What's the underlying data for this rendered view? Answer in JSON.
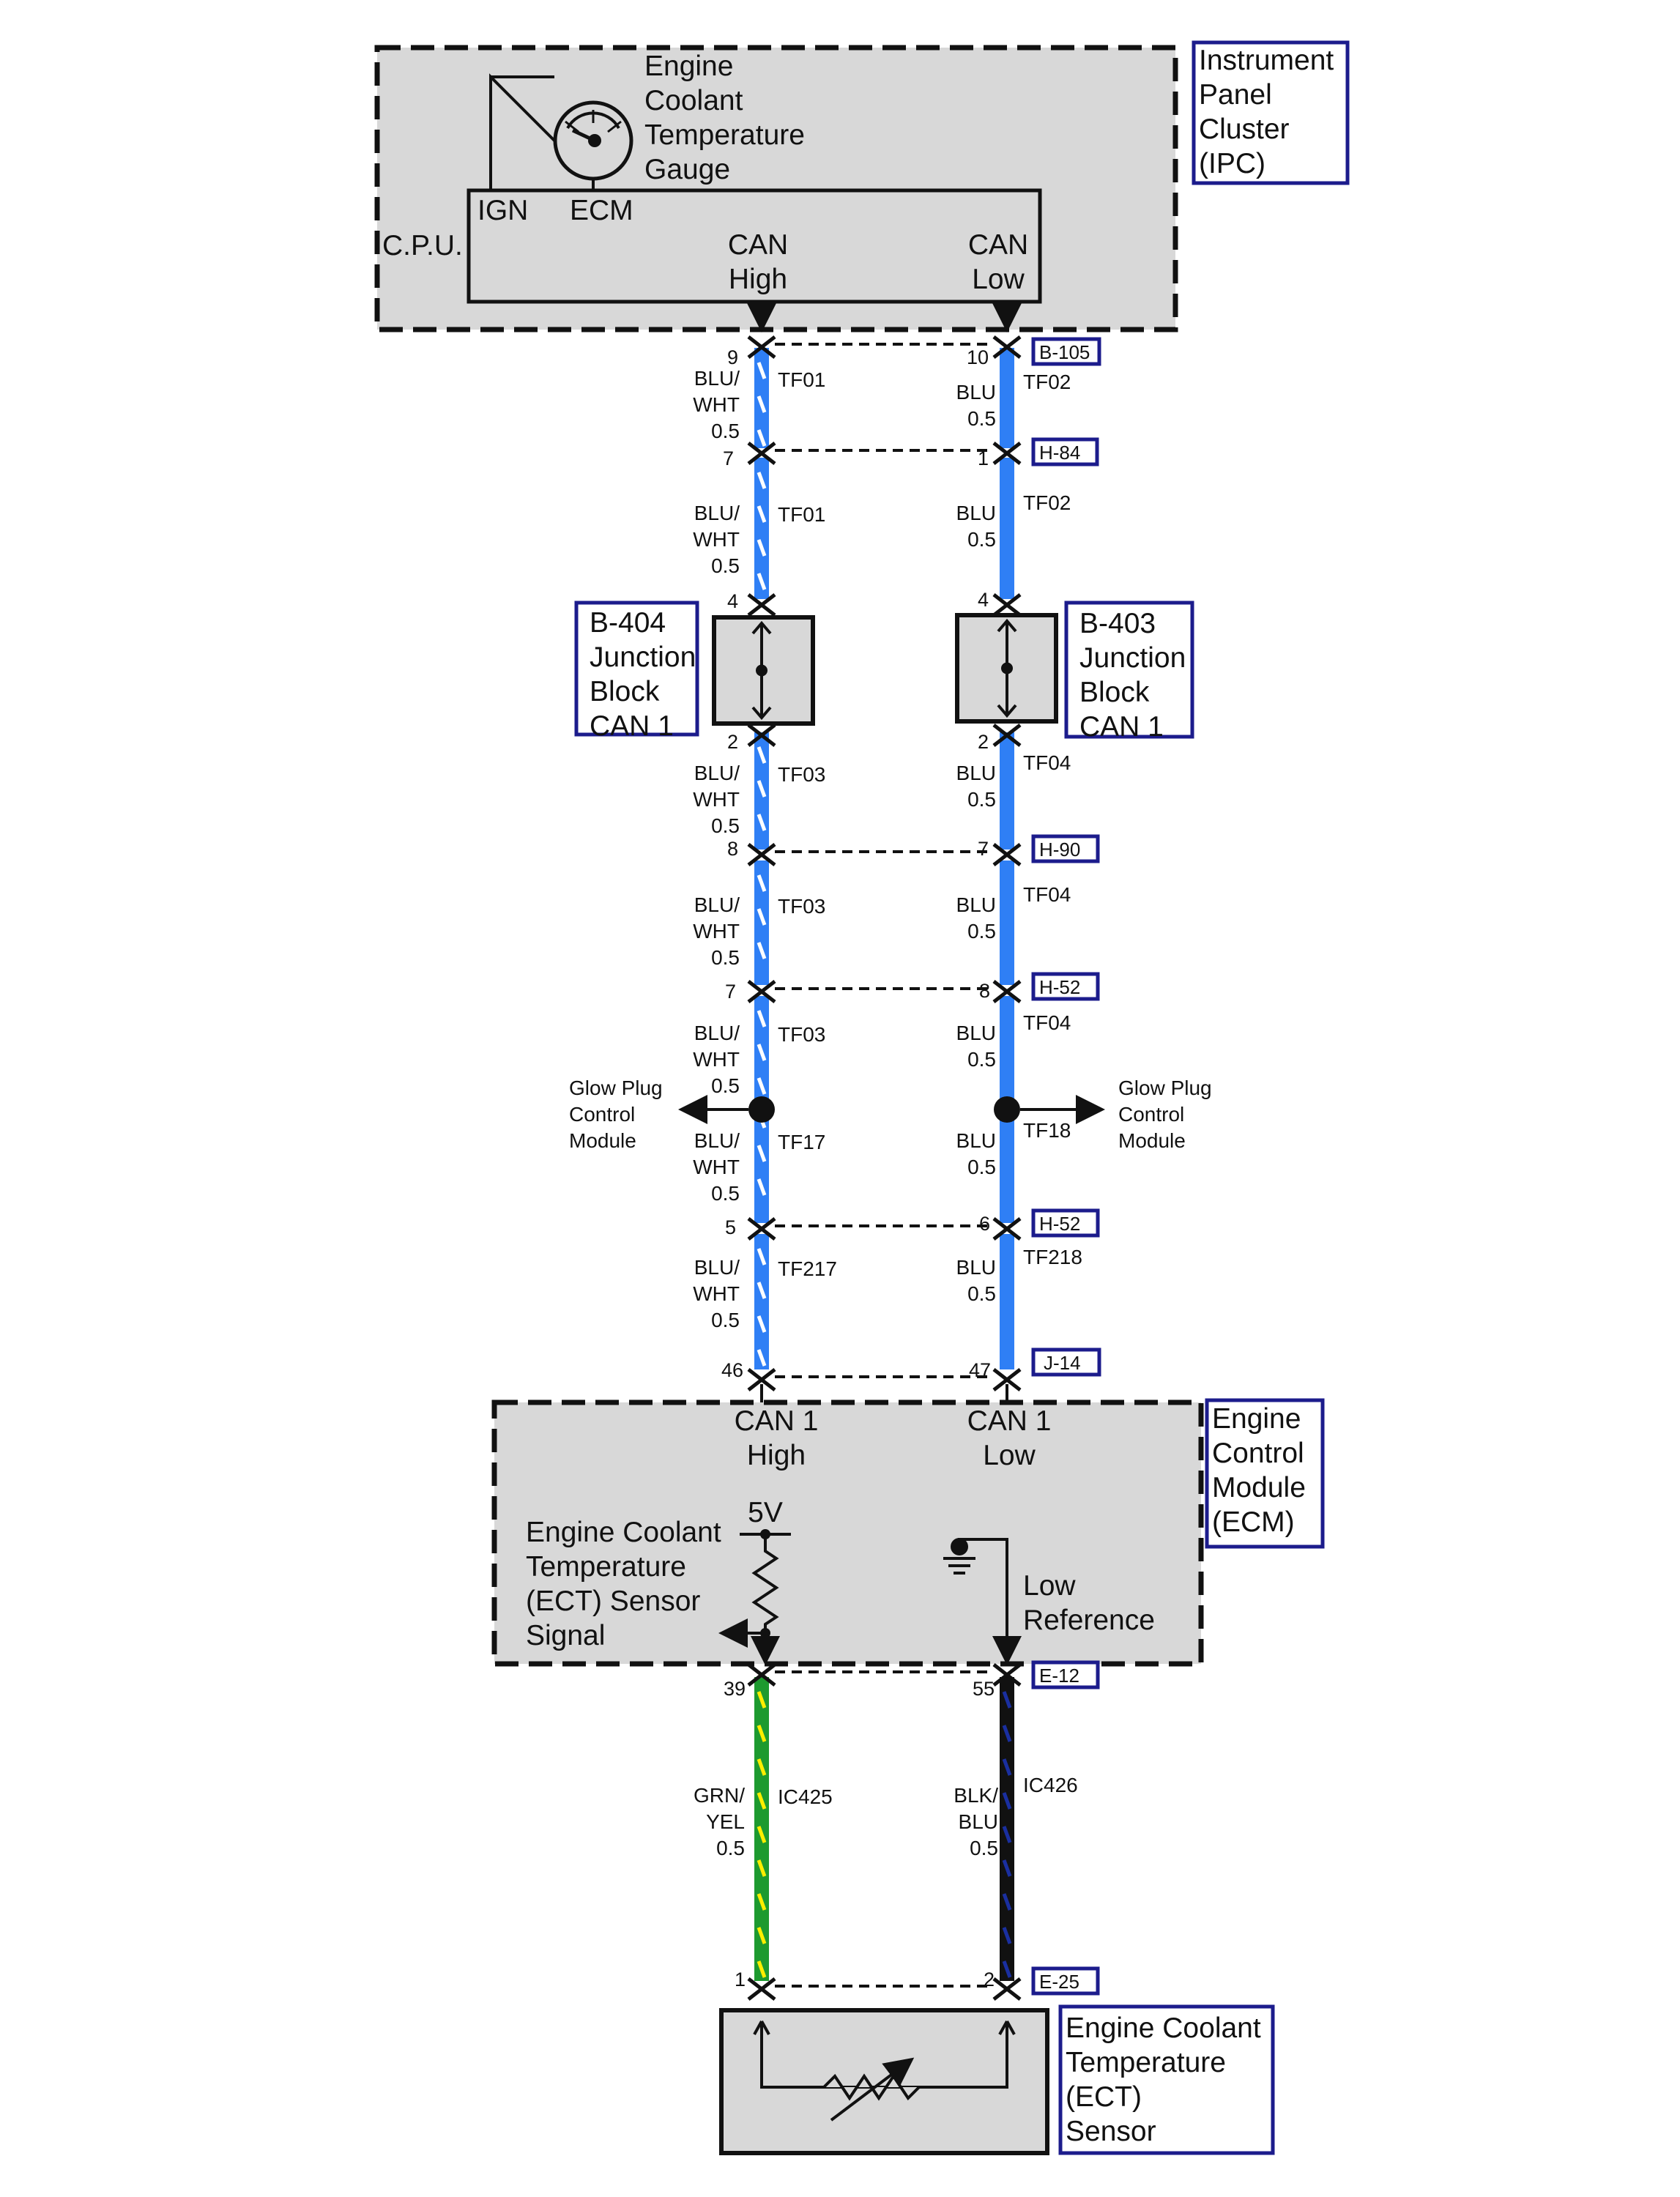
{
  "colors": {
    "blu": "#2f7ff5",
    "wht": "#ffffff",
    "grn": "#1d9a2f",
    "yel": "#ffee00",
    "blk": "#111111",
    "box_fill": "#d8d8d8",
    "label_border": "#1c1c8c"
  },
  "ipc": {
    "title": [
      "Instrument",
      "Panel",
      "Cluster",
      "(IPC)"
    ],
    "gauge_label": [
      "Engine",
      "Coolant",
      "Temperature",
      "Gauge"
    ],
    "cpu": "C.P.U.",
    "ign": "IGN",
    "ecm": "ECM",
    "can_high": [
      "CAN",
      "High"
    ],
    "can_low": [
      "CAN",
      "Low"
    ]
  },
  "connectors": {
    "b105": "B-105",
    "h84": "H-84",
    "h90": "H-90",
    "h52a": "H-52",
    "h52b": "H-52",
    "j14": "J-14",
    "e12": "E-12",
    "e25": "E-25"
  },
  "pins": {
    "l_b105": "9",
    "r_b105": "10",
    "l_h84": "7",
    "r_h84": "1",
    "l_jb_in": "4",
    "r_jb_in": "4",
    "l_jb_out": "2",
    "r_jb_out": "2",
    "l_h90": "8",
    "r_h90": "7",
    "l_h52a": "7",
    "r_h52a": "8",
    "l_h52b": "5",
    "r_h52b": "6",
    "l_j14": "46",
    "r_j14": "47",
    "l_e12": "39",
    "r_e12": "55",
    "l_e25": "1",
    "r_e25": "2"
  },
  "wires": {
    "w1l": {
      "color": [
        "BLU/",
        "WHT",
        "0.5"
      ],
      "circuit": "TF01"
    },
    "w1r": {
      "color": [
        "BLU",
        "0.5"
      ],
      "circuit": "TF02"
    },
    "w2l": {
      "color": [
        "BLU/",
        "WHT",
        "0.5"
      ],
      "circuit": "TF01"
    },
    "w2r": {
      "color": [
        "BLU",
        "0.5"
      ],
      "circuit": "TF02"
    },
    "w3l": {
      "color": [
        "BLU/",
        "WHT",
        "0.5"
      ],
      "circuit": "TF03"
    },
    "w3r": {
      "color": [
        "BLU",
        "0.5"
      ],
      "circuit": "TF04"
    },
    "w4l": {
      "color": [
        "BLU/",
        "WHT",
        "0.5"
      ],
      "circuit": "TF03"
    },
    "w4r": {
      "color": [
        "BLU",
        "0.5"
      ],
      "circuit": "TF04"
    },
    "w5l": {
      "color": [
        "BLU/",
        "WHT",
        "0.5"
      ],
      "circuit": "TF03"
    },
    "w5r": {
      "color": [
        "BLU",
        "0.5"
      ],
      "circuit": "TF04"
    },
    "w6l": {
      "color": [
        "BLU/",
        "WHT",
        "0.5"
      ],
      "circuit": "TF17"
    },
    "w6r": {
      "color": [
        "BLU",
        "0.5"
      ],
      "circuit": "TF18"
    },
    "w7l": {
      "color": [
        "BLU/",
        "WHT",
        "0.5"
      ],
      "circuit": "TF217"
    },
    "w7r": {
      "color": [
        "BLU",
        "0.5"
      ],
      "circuit": "TF218"
    },
    "w8l": {
      "color": [
        "GRN/",
        "YEL",
        "0.5"
      ],
      "circuit": "IC425"
    },
    "w8r": {
      "color": [
        "BLK/",
        "BLU",
        "0.5"
      ],
      "circuit": "IC426"
    }
  },
  "junction_left": [
    "B-404",
    "Junction",
    "Block",
    "CAN 1"
  ],
  "junction_right": [
    "B-403",
    "Junction",
    "Block",
    "CAN 1"
  ],
  "glow_left": [
    "Glow Plug",
    "Control",
    "Module"
  ],
  "glow_right": [
    "Glow Plug",
    "Control",
    "Module"
  ],
  "ecm": {
    "title": [
      "Engine",
      "Control",
      "Module",
      "(ECM)"
    ],
    "can_high": [
      "CAN 1",
      "High"
    ],
    "can_low": [
      "CAN 1",
      "Low"
    ],
    "five_v": "5V",
    "sensor_signal": [
      "Engine Coolant",
      "Temperature",
      "(ECT) Sensor",
      "Signal"
    ],
    "low_ref": [
      "Low",
      "Reference"
    ]
  },
  "ect_sensor": {
    "title": [
      "Engine Coolant",
      "Temperature",
      "(ECT)",
      "Sensor"
    ]
  }
}
